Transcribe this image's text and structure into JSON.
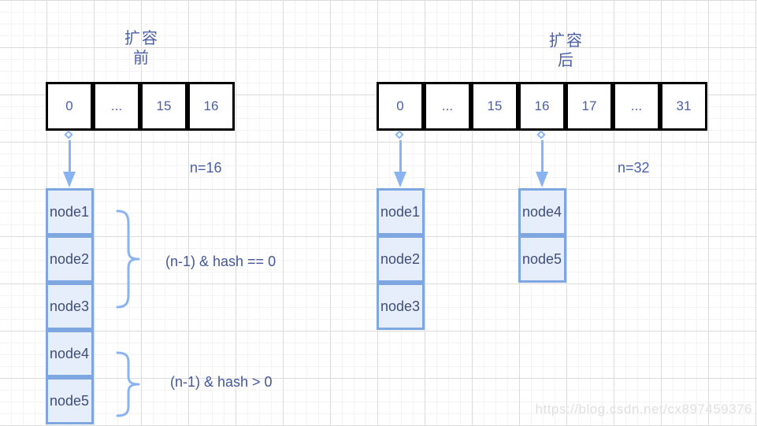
{
  "diagram": {
    "before": {
      "title_line1": "扩容",
      "title_line2": "前",
      "array_cells": [
        "0",
        "...",
        "15",
        "16"
      ],
      "n_label": "n=16",
      "nodes": [
        "node1",
        "node2",
        "node3",
        "node4",
        "node5"
      ],
      "annotation_eq0": "(n-1) & hash == 0",
      "annotation_gt0": "(n-1) & hash > 0"
    },
    "after": {
      "title_line1": "扩容",
      "title_line2": "后",
      "array_cells": [
        "0",
        "...",
        "15",
        "16",
        "17",
        "...",
        "31"
      ],
      "n_label": "n=32",
      "bucket0_nodes": [
        "node1",
        "node2",
        "node3"
      ],
      "bucket16_nodes": [
        "node4",
        "node5"
      ]
    },
    "watermark": "https://blog.csdn.net/cx897459376",
    "colors": {
      "label_blue": "#4a5fa8",
      "formula_blue": "#44569e",
      "node_text": "#3f4e78",
      "node_fill": "#e7eefb",
      "node_border": "#7ea6e0",
      "arrow_blue": "#8ab4f0",
      "array_border": "#000000",
      "grid_major": "#dbdbdb",
      "grid_minor": "#f4f4f4",
      "watermark_gray": "#e0e0e0"
    }
  }
}
